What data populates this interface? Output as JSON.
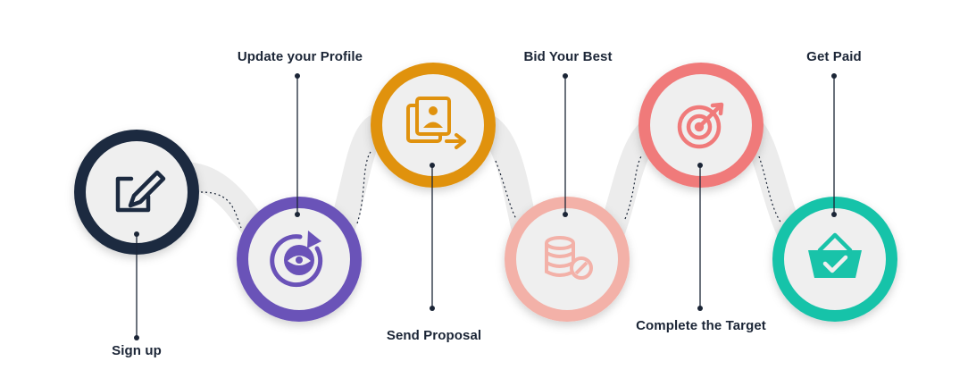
{
  "steps": [
    {
      "label": "Sign up",
      "color": "#1c2a40",
      "icon": "edit-icon"
    },
    {
      "label": "Update your Profile",
      "color": "#6a52b8",
      "icon": "profile-sync-icon"
    },
    {
      "label": "Send Proposal",
      "color": "#e0920e",
      "icon": "send-proposal-icon"
    },
    {
      "label": "Bid Your Best",
      "color": "#f3b1a8",
      "icon": "database-icon"
    },
    {
      "label": "Complete the Target",
      "color": "#f07a7a",
      "icon": "target-icon"
    },
    {
      "label": "Get Paid",
      "color": "#19c3a9",
      "icon": "basket-check-icon"
    }
  ],
  "colors": {
    "connector": "#1b2536",
    "track": "#ececec",
    "inner_circle": "#efefef"
  }
}
